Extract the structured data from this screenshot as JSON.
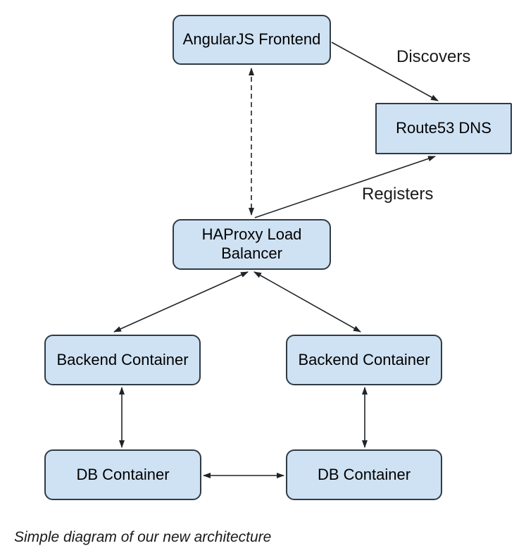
{
  "diagram": {
    "caption": "Simple diagram of our new architecture",
    "nodes": {
      "frontend": {
        "label": "AngularJS Frontend",
        "shape": "rounded-rectangle"
      },
      "route53": {
        "label": "Route53 DNS",
        "shape": "rectangle"
      },
      "haproxy": {
        "label": "HAProxy Load Balancer",
        "shape": "rounded-rectangle"
      },
      "backend_left": {
        "label": "Backend Container",
        "shape": "rounded-rectangle"
      },
      "backend_right": {
        "label": "Backend Container",
        "shape": "rounded-rectangle"
      },
      "db_left": {
        "label": "DB Container",
        "shape": "rounded-rectangle"
      },
      "db_right": {
        "label": "DB Container",
        "shape": "rounded-rectangle"
      }
    },
    "edges": [
      {
        "from": "frontend",
        "to": "route53",
        "label": "Discovers",
        "style": "solid",
        "arrows": "end"
      },
      {
        "from": "haproxy",
        "to": "route53",
        "label": "Registers",
        "style": "solid",
        "arrows": "end"
      },
      {
        "from": "haproxy",
        "to": "frontend",
        "label": "",
        "style": "dashed",
        "arrows": "both"
      },
      {
        "from": "haproxy",
        "to": "backend_left",
        "label": "",
        "style": "solid",
        "arrows": "both"
      },
      {
        "from": "haproxy",
        "to": "backend_right",
        "label": "",
        "style": "solid",
        "arrows": "both"
      },
      {
        "from": "backend_left",
        "to": "db_left",
        "label": "",
        "style": "solid",
        "arrows": "both"
      },
      {
        "from": "backend_right",
        "to": "db_right",
        "label": "",
        "style": "solid",
        "arrows": "both"
      },
      {
        "from": "db_left",
        "to": "db_right",
        "label": "",
        "style": "solid",
        "arrows": "both"
      }
    ],
    "colors": {
      "node_fill": "#cfe2f3",
      "node_border": "#2f3b45",
      "line": "#1f2428",
      "text": "#000000",
      "background": "#ffffff"
    }
  }
}
